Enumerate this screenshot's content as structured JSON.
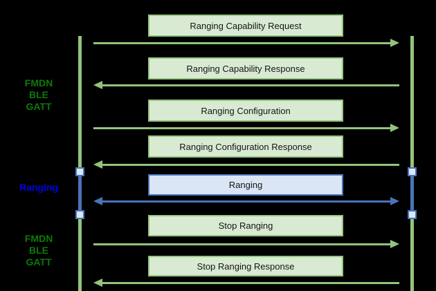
{
  "side_labels": [
    {
      "color": "green",
      "lines": [
        "FMDN",
        "BLE",
        "GATT"
      ]
    },
    {
      "color": "blue",
      "lines": [
        "Ranging"
      ]
    },
    {
      "color": "green",
      "lines": [
        "FMDN",
        "BLE",
        "GATT"
      ]
    }
  ],
  "messages": [
    {
      "label": "Ranging Capability Request",
      "direction": "right",
      "channel": "gatt"
    },
    {
      "label": "Ranging Capability Response",
      "direction": "left",
      "channel": "gatt"
    },
    {
      "label": "Ranging Configuration",
      "direction": "right",
      "channel": "gatt"
    },
    {
      "label": "Ranging Configuration Response",
      "direction": "left",
      "channel": "gatt"
    },
    {
      "label": "Ranging",
      "direction": "both",
      "channel": "ranging"
    },
    {
      "label": "Stop Ranging",
      "direction": "right",
      "channel": "gatt"
    },
    {
      "label": "Stop Ranging Response",
      "direction": "left",
      "channel": "gatt"
    }
  ],
  "colors": {
    "background": "#000000",
    "gatt_box_fill": "#d9ead3",
    "gatt_box_border": "#93c47d",
    "gatt_arrow": "#93c47d",
    "lifeline_green": "#93c47d",
    "ranging_box_fill": "#dae5f5",
    "ranging_box_border": "#4a74ba",
    "ranging_arrow": "#4a74ba",
    "session_node_fill": "#dbe7f6",
    "session_node_border": "#4a74ba",
    "label_green_text": "#0b7a0b",
    "label_blue_text": "#0000e6",
    "box_text": "#151515"
  }
}
